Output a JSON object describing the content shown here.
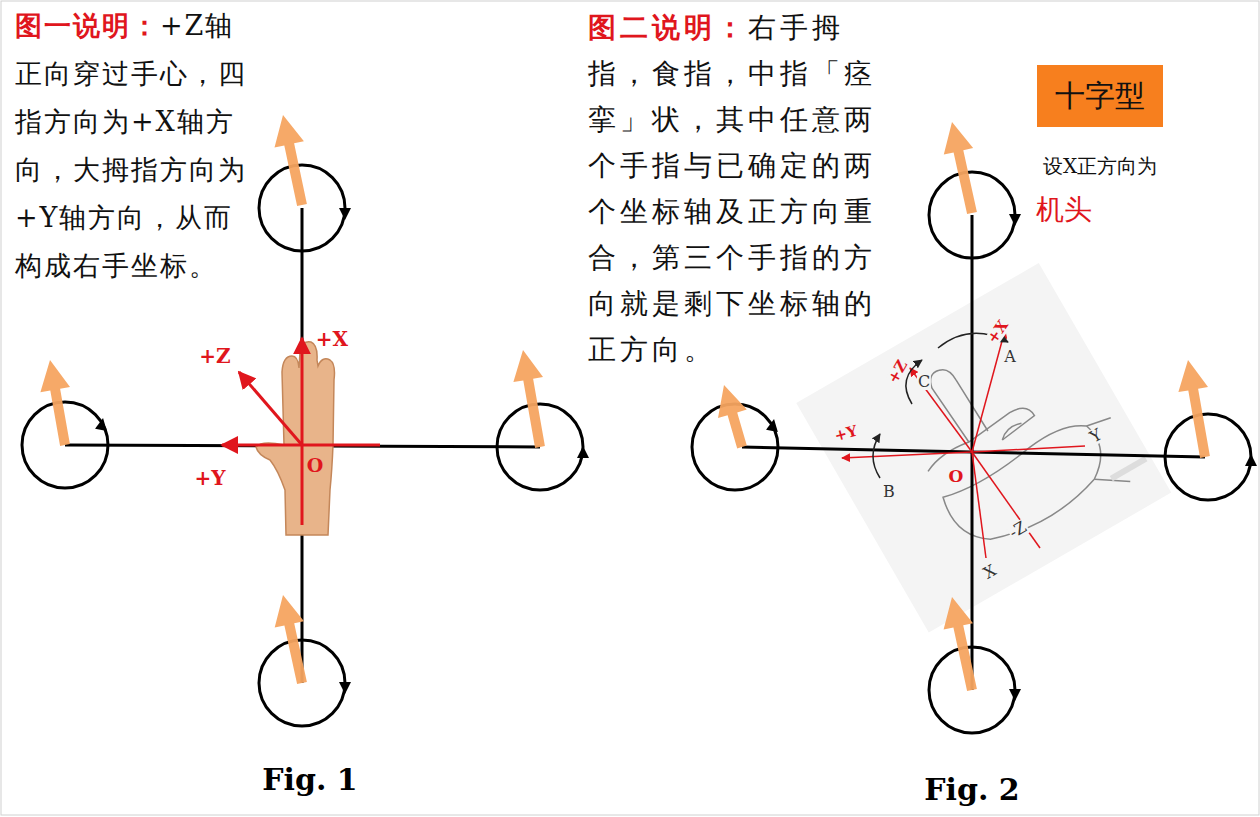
{
  "diagram": {
    "nodes": [
      {
        "text": [
          "十字型"
        ]
      }
    ],
    "labels": [
      "图一说明：",
      "+Z轴正向穿过手心，四指方向为+X轴方向，大拇指方向为+Y轴方向，从而构成右手坐标。",
      "+Z",
      "+X",
      "+Y",
      "O",
      "Fig.  1",
      "图二说明：",
      "右手拇指，食指，中指「痉挛」状，其中任意两个手指与已确定的两个坐标轴及正方向重合，第三个手指的方向就是剩下坐标轴的正方向。",
      "设X正方向为",
      "机头",
      "+Z",
      "+X",
      "C",
      "A",
      "+Y",
      "B",
      "O",
      "Y",
      "-Z",
      "X",
      "Fig.  2"
    ]
  }
}
